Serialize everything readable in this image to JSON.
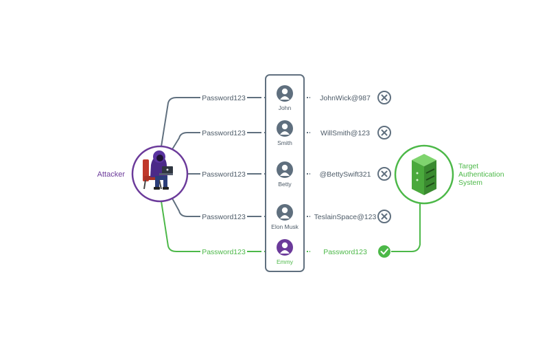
{
  "attacker": {
    "label": "Attacker"
  },
  "target": {
    "label_lines": [
      "Target",
      "Authentication",
      "System"
    ]
  },
  "attempts": [
    {
      "sprayed_password": "Password123",
      "user": "John",
      "actual_password": "JohnWick@987",
      "result": "fail"
    },
    {
      "sprayed_password": "Password123",
      "user": "Smith",
      "actual_password": "WillSmith@123",
      "result": "fail"
    },
    {
      "sprayed_password": "Password123",
      "user": "Betty",
      "actual_password": "@BettySwift321",
      "result": "fail"
    },
    {
      "sprayed_password": "Password123",
      "user": "Elon Musk",
      "actual_password": "TeslainSpace@123",
      "result": "fail"
    },
    {
      "sprayed_password": "Password123",
      "user": "Emmy",
      "actual_password": "Password123",
      "result": "success"
    }
  ],
  "colors": {
    "line_gray": "#5f6f7e",
    "text_gray": "#4c5a67",
    "success_green": "#4cb848",
    "attacker_purple": "#6b3a9a",
    "fail_icon": "#5f6f7e",
    "server_green": "#5fbf4e"
  },
  "icons": {
    "attacker": "hacker-with-laptop-icon",
    "server": "server-icon",
    "user": "user-avatar-icon",
    "fail": "x-circle-icon",
    "success": "check-circle-icon"
  }
}
